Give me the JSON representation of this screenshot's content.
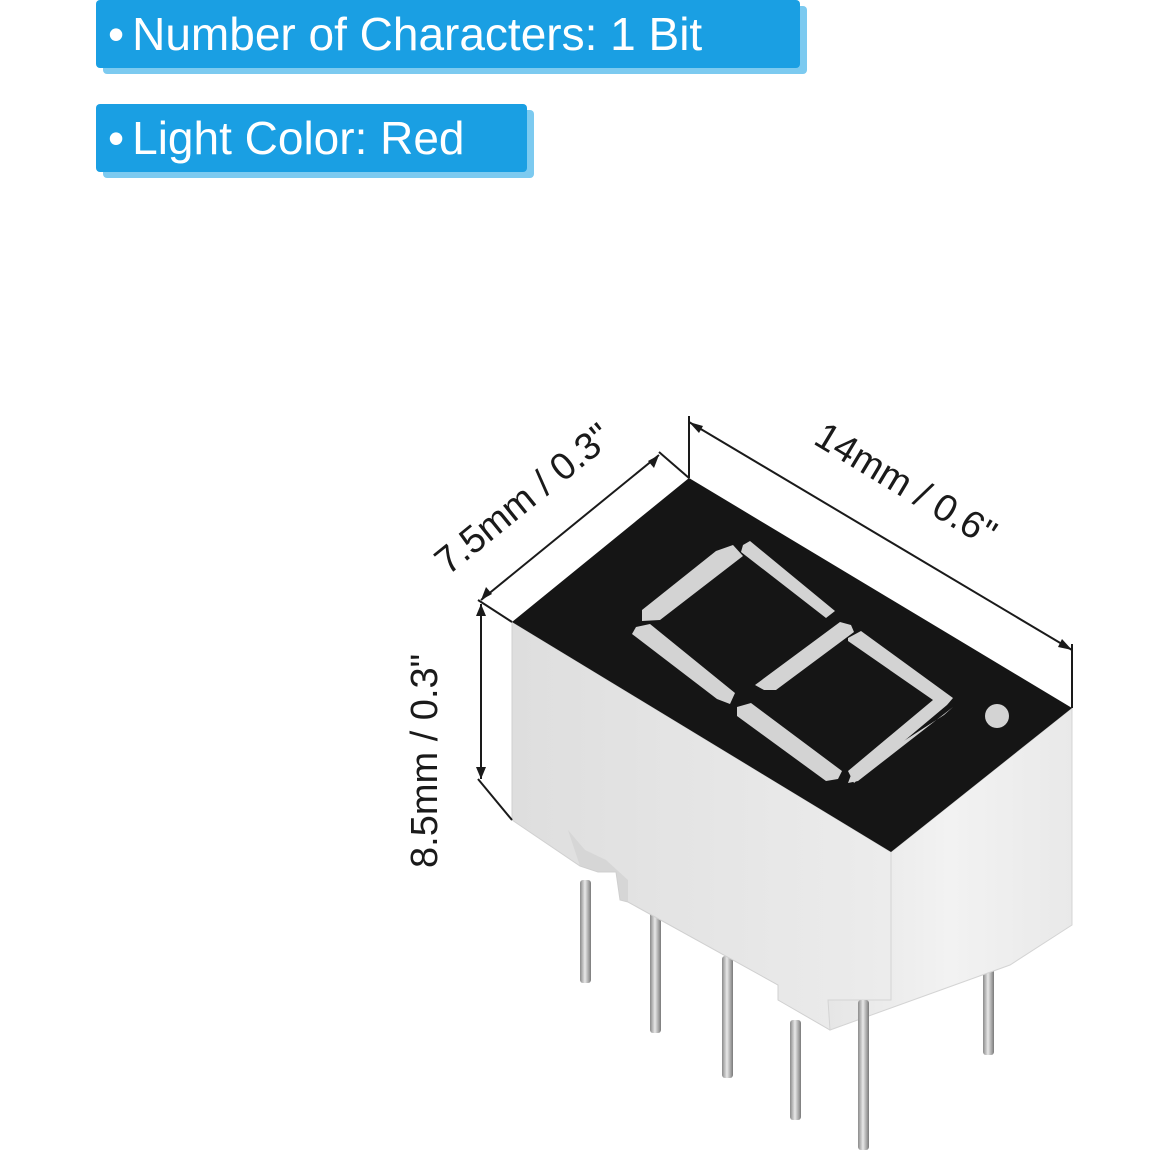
{
  "specs": [
    {
      "bullet": "•",
      "label": "Number of Characters: 1 Bit"
    },
    {
      "bullet": "•",
      "label": "Light Color: Red"
    }
  ],
  "dimensions": {
    "depth": "7.5mm /   0.3\"",
    "width": "14mm / 0.6\"",
    "height": "8.5mm / 0.3\""
  },
  "colors": {
    "badge_bg": "#1a9fe3",
    "badge_shadow": "#7ccaf0",
    "display_face": "#151515",
    "segment": "#d3d3d3",
    "body": "#eeeeee"
  }
}
